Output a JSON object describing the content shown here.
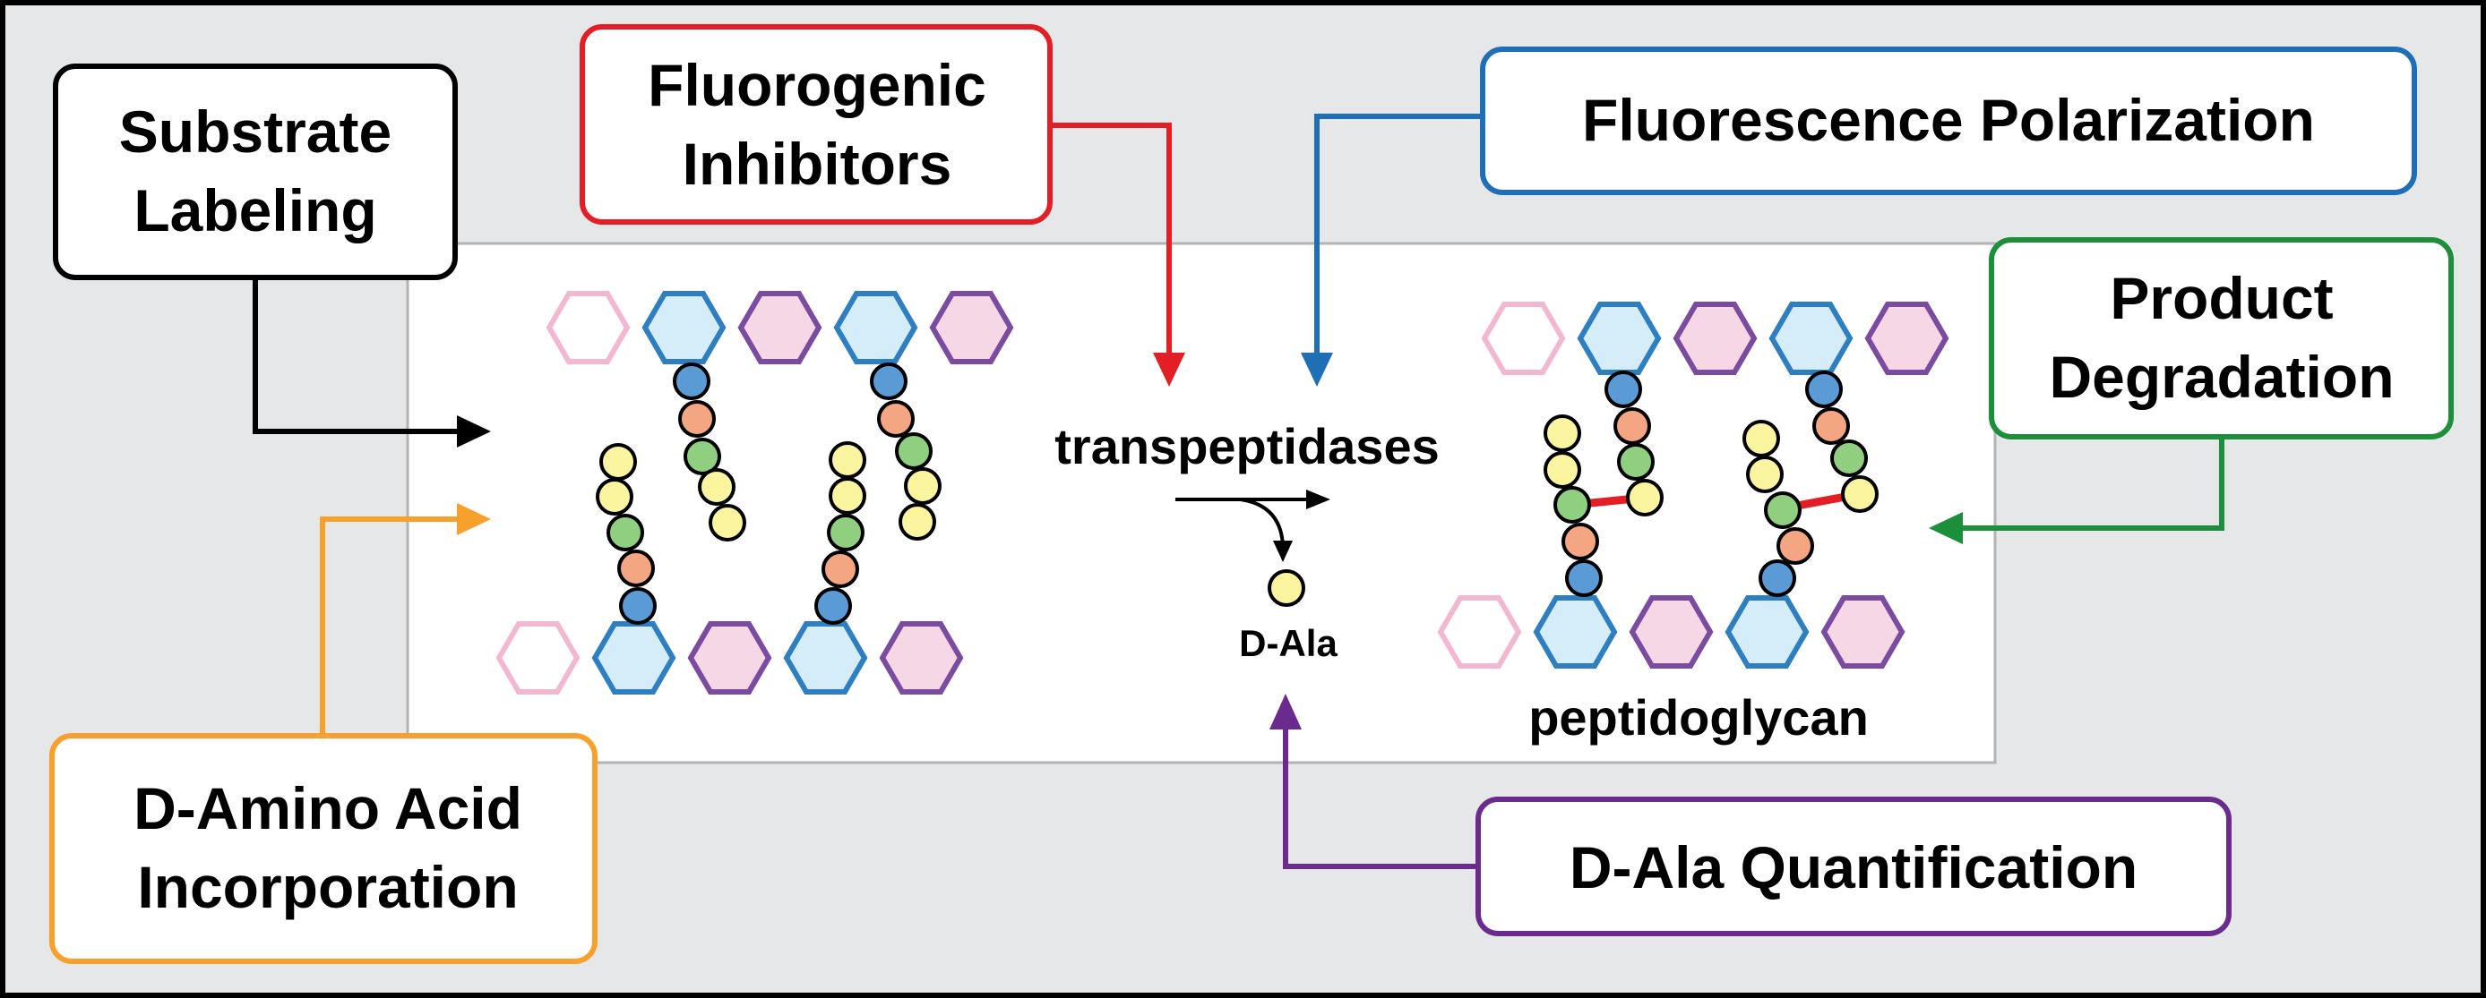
{
  "colors": {
    "frame_border": "#000000",
    "outer_background": "#e6e7e8",
    "inner_panel": "#ffffff",
    "inner_panel_border": "#b3b3b3",
    "black": "#000000",
    "red": "#e31e24",
    "blue": "#1f6fb7",
    "green": "#1b8f3a",
    "orange": "#f7a02b",
    "purple": "#6a2a8e",
    "hex_blue_fill": "#d5edf8",
    "hex_blue_stroke": "#2d7fc1",
    "hex_purple_fill": "#f5d7e6",
    "hex_purple_stroke": "#7b4ba0",
    "hex_pink_stroke": "#f2b8d1",
    "bead_blue": "#5b9bd5",
    "bead_orange": "#f4a582",
    "bead_green": "#8fcf7f",
    "bead_yellow": "#fbf5a0",
    "crosslink": "#e31e24"
  },
  "labels": {
    "substrate_labeling": [
      "Substrate",
      "Labeling"
    ],
    "fluorogenic_inhibitors": [
      "Fluorogenic",
      "Inhibitors"
    ],
    "fluorescence_polarization": [
      "Fluorescence Polarization"
    ],
    "product_degradation": [
      "Product",
      "Degradation"
    ],
    "d_amino_acid_incorporation": [
      "D-Amino Acid",
      "Incorporation"
    ],
    "d_ala_quantification": [
      "D-Ala Quantification"
    ],
    "transpeptidases": "transpeptidases",
    "d_ala": "D-Ala",
    "peptidoglycan": "peptidoglycan"
  }
}
